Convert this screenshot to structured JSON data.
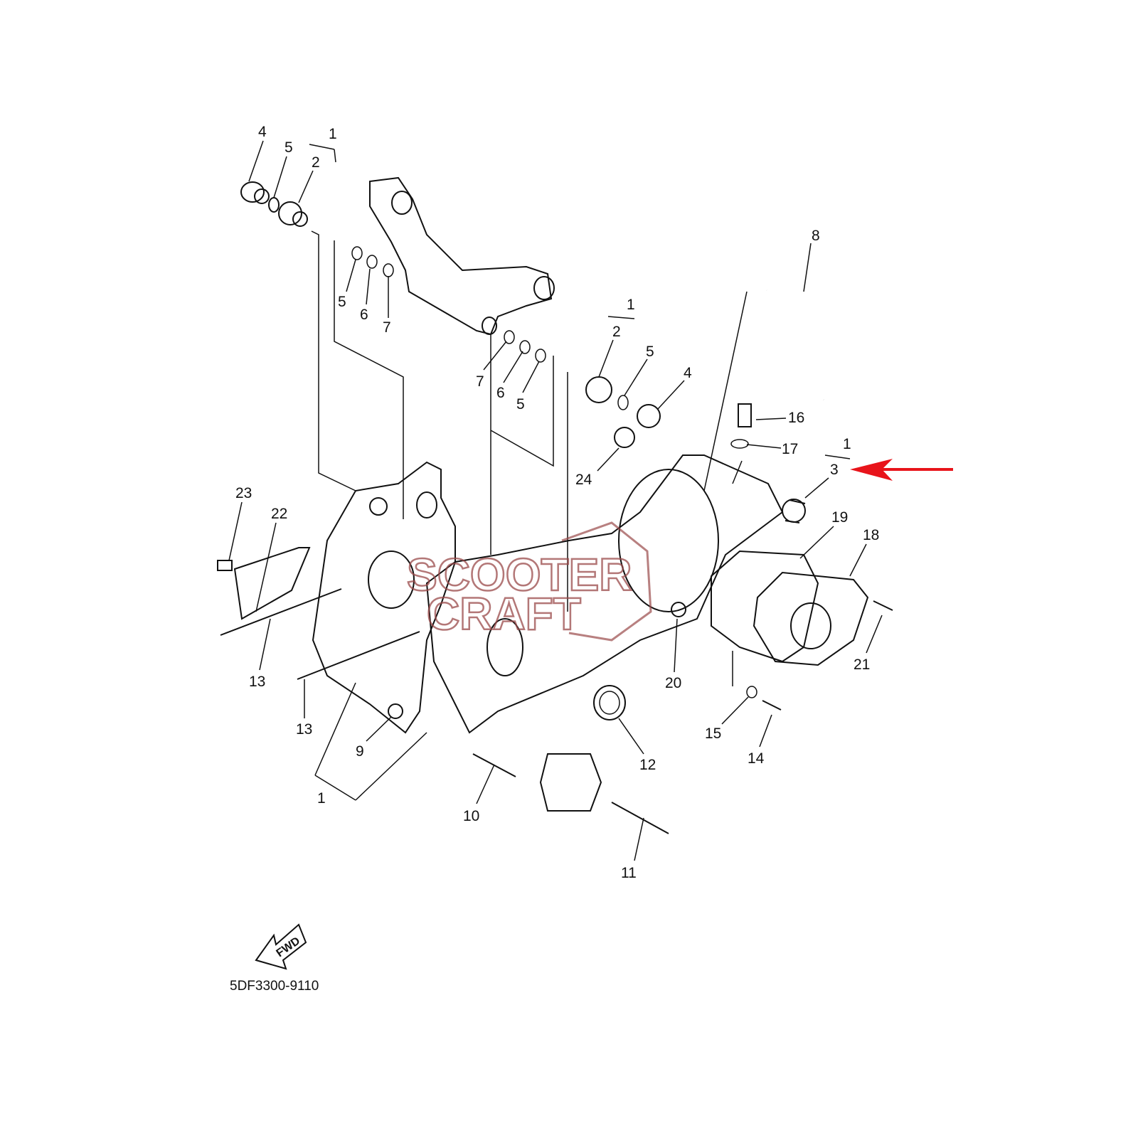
{
  "diagram": {
    "labels": [
      "4",
      "5",
      "1",
      "2",
      "5",
      "6",
      "7",
      "8",
      "1",
      "2",
      "5",
      "4",
      "7",
      "6",
      "5",
      "16",
      "17",
      "1",
      "3",
      "24",
      "23",
      "22",
      "19",
      "18",
      "21",
      "20",
      "13",
      "13",
      "15",
      "14",
      "9",
      "12",
      "1",
      "10",
      "11"
    ],
    "diagram_code": "5DF3300-9110",
    "fwd_label": "FWD",
    "watermark": [
      "SCOOTER",
      "CRAFT"
    ],
    "highlight_arrow_color": "#e8141b",
    "highlighted_part": "3"
  }
}
